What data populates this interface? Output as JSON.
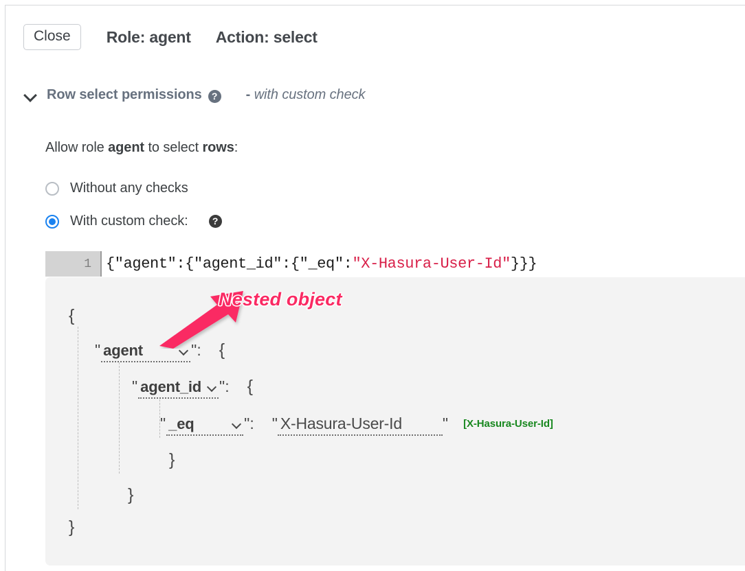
{
  "header": {
    "close_label": "Close",
    "role_text": "Role: agent",
    "action_text": "Action: select"
  },
  "section": {
    "title": "Row select permissions",
    "help_glyph": "?",
    "dash": "-",
    "subtitle": "with custom check"
  },
  "allow": {
    "prefix": "Allow role ",
    "role": "agent",
    "middle": " to select ",
    "object": "rows",
    "suffix": ":"
  },
  "options": [
    {
      "label": "Without any checks",
      "selected": false
    },
    {
      "label": "With custom check:",
      "selected": true,
      "help_glyph": "?"
    }
  ],
  "raw_json": {
    "line_number": "1",
    "part_before": "{\"agent\":{\"agent_id\":{\"_eq\":",
    "part_string": "\"X-Hasura-User-Id\"",
    "part_after": "}}}"
  },
  "builder": {
    "open_brace": "{",
    "close_brace": "}",
    "quote": "\"",
    "colon": ":",
    "caret_glyph": "v",
    "rows": [
      {
        "key": "agent",
        "value_type": "object"
      },
      {
        "key": "agent_id",
        "value_type": "object"
      },
      {
        "key": "_eq",
        "value": "X-Hasura-User-Id",
        "session_hint": "[X-Hasura-User-Id]"
      }
    ]
  },
  "annotation": {
    "label": "Nested object",
    "color": "#fa2a63"
  },
  "colors": {
    "accent_radio": "#1a82f0",
    "string_literal": "#d81f48",
    "session_var": "#18881f",
    "section_title": "#67717f",
    "annotation": "#fa2a63"
  }
}
